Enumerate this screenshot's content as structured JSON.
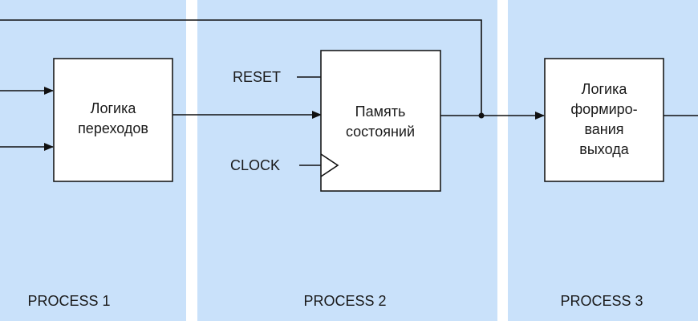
{
  "panels": [
    {
      "label": "PROCESS 1"
    },
    {
      "label": "PROCESS 2"
    },
    {
      "label": "PROCESS 3"
    }
  ],
  "blocks": {
    "next_state_logic": {
      "lines": [
        "Логика",
        "переходов"
      ]
    },
    "state_memory": {
      "lines": [
        "Память",
        "состояний"
      ]
    },
    "output_logic": {
      "lines": [
        "Логика",
        "формиро-",
        "вания",
        "выхода"
      ]
    }
  },
  "signals": {
    "reset": "RESET",
    "clock": "CLOCK"
  },
  "colors": {
    "panel_bg": "#c9e1fa",
    "gap": "#ffffff",
    "line": "#111111"
  }
}
